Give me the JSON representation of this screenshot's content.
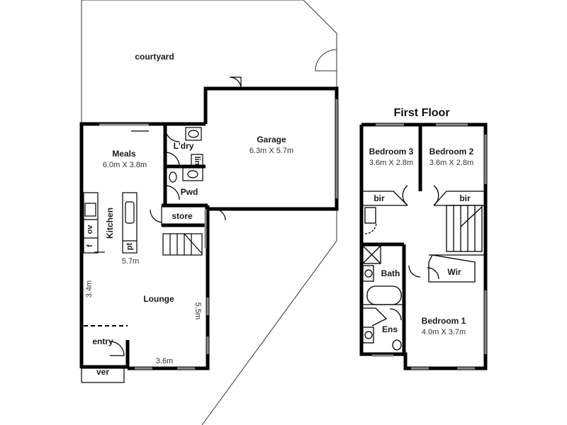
{
  "ground_floor": {
    "courtyard": "courtyard",
    "garage": {
      "name": "Garage",
      "size": "6.3m X 5.7m"
    },
    "meals": {
      "name": "Meals",
      "size": "6.0m X 3.8m"
    },
    "laundry": "L'dry",
    "lin": "lin",
    "pwd": "Pwd",
    "store": "store",
    "kitchen": "Kitchen",
    "ov": "ov",
    "f": "f",
    "pt": "pt",
    "lounge": "Lounge",
    "entry": "entry",
    "ver": "ver",
    "dims": {
      "width_top": "5.7m",
      "left": "3.4m",
      "right": "5.5m",
      "bottom": "3.6m"
    }
  },
  "first_floor": {
    "title": "First Floor",
    "bedroom3": {
      "name": "Bedroom 3",
      "size": "3.6m X 2.8m"
    },
    "bedroom2": {
      "name": "Bedroom 2",
      "size": "3.6m X 2.8m"
    },
    "bir_left": "bir",
    "bir_right": "bir",
    "bath": "Bath",
    "wir": "Wir",
    "ens": "Ens",
    "bedroom1": {
      "name": "Bedroom 1",
      "size": "4.0m X 3.7m"
    }
  },
  "colors": {
    "wall": "#000000",
    "window": "#888888",
    "background": "#ffffff"
  }
}
